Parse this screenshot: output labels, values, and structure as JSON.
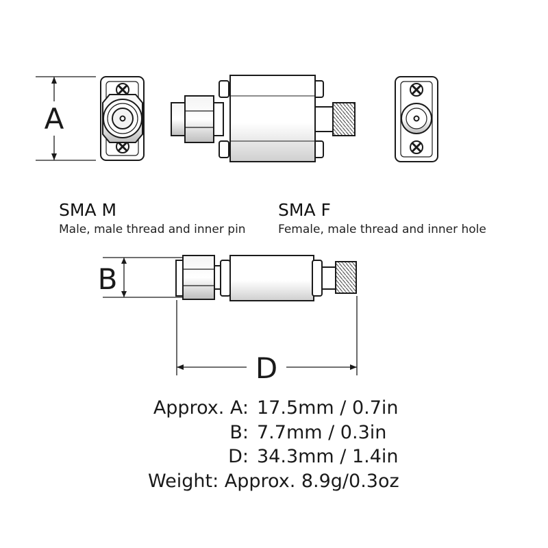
{
  "dimension_labels": {
    "a": "A",
    "b": "B",
    "d": "D"
  },
  "connectors": {
    "male": {
      "title": "SMA M",
      "description": "Male, male thread and inner pin"
    },
    "female": {
      "title": "SMA F",
      "description": "Female, male thread and inner hole"
    }
  },
  "specs": [
    {
      "label": "Approx. A:",
      "value": "17.5mm / 0.7in"
    },
    {
      "label": "B:",
      "value": "7.7mm / 0.3in"
    },
    {
      "label": "D:",
      "value": "34.3mm / 1.4in"
    }
  ],
  "weight": {
    "label": "Weight:",
    "value": "Approx. 8.9g/0.3oz"
  },
  "colors": {
    "line": "#1a1a1a",
    "body_fill": "#ffffff",
    "shade": "#d9d9d9"
  }
}
